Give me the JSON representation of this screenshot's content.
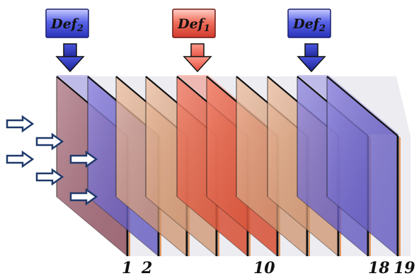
{
  "defect_labels": [
    {
      "base": "Def",
      "sub": "2",
      "color": "#3a47d6",
      "color_light": "#a9b0ff"
    },
    {
      "base": "Def",
      "sub": "1",
      "color": "#e24a3c",
      "color_light": "#ffb0a6"
    },
    {
      "base": "Def",
      "sub": "2",
      "color": "#3a47d6",
      "color_light": "#a9b0ff"
    }
  ],
  "layer_numbers": [
    "1",
    "2",
    "10",
    "18",
    "19"
  ],
  "colors": {
    "plate_normal": "#e9a57a",
    "plate_blue": "#6d62d6",
    "plate_red": "#f0583a",
    "plate_first": "#a86a7a",
    "edge": "#111111",
    "incident_arrow_fill": "#ffffff",
    "incident_arrow_stroke": "#1f3a6b"
  }
}
